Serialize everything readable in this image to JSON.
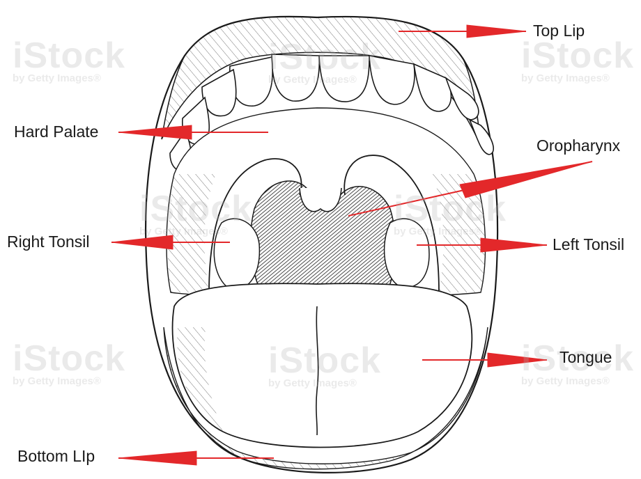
{
  "labels": {
    "top_lip": "Top Lip",
    "hard_palate": "Hard Palate",
    "oropharynx": "Oropharynx",
    "right_tonsil": "Right Tonsil",
    "left_tonsil": "Left Tonsil",
    "tongue": "Tongue",
    "bottom_lip": "Bottom LIp"
  },
  "watermark": {
    "brand": "iStock",
    "byline": "by Getty Images®"
  },
  "colors": {
    "arrow": "#e3282a",
    "ink": "#1a1a1a"
  }
}
